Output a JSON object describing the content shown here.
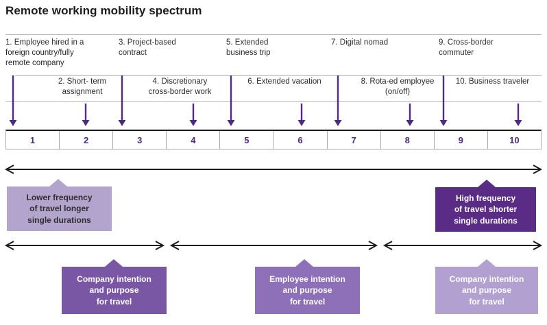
{
  "title": "Remote working mobility spectrum",
  "items": [
    {
      "num": "1",
      "label": "1. Employee hired in a\nforeign country/fully\nremote company"
    },
    {
      "num": "2",
      "label": "2. Short- term\nassignment"
    },
    {
      "num": "3",
      "label": "3. Project-based\ncontract"
    },
    {
      "num": "4",
      "label": "4. Discretionary\ncross-border work"
    },
    {
      "num": "5",
      "label": "5. Extended\nbusiness trip"
    },
    {
      "num": "6",
      "label": "6. Extended vacation"
    },
    {
      "num": "7",
      "label": "7. Digital nomad"
    },
    {
      "num": "8",
      "label": "8. Rota-ed employee\n(on/off)"
    },
    {
      "num": "9",
      "label": "9. Cross-border\ncommuter"
    },
    {
      "num": "10",
      "label": "10. Business traveler"
    }
  ],
  "scale": [
    "1",
    "2",
    "3",
    "4",
    "5",
    "6",
    "7",
    "8",
    "9",
    "10"
  ],
  "frequency_callouts": {
    "lower": "Lower frequency\nof travel longer\nsingle durations",
    "high": "High frequency\nof travel shorter\nsingle durations"
  },
  "intention_callouts": [
    {
      "position": "left",
      "text": "Company intention\nand purpose\nfor travel"
    },
    {
      "position": "middle",
      "text": "Employee intention\nand purpose\nfor travel"
    },
    {
      "position": "right",
      "text": "Company intention\nand purpose\nfor travel"
    }
  ],
  "colors": {
    "purpleArrow": "#4e2a84",
    "purpleDark": "#5b2c86",
    "purpleMid": "#7a57a5",
    "purpleMidLight": "#8e70b8",
    "lavender": "#b2a0d0",
    "lavenderLight": "#b3a4ce"
  }
}
